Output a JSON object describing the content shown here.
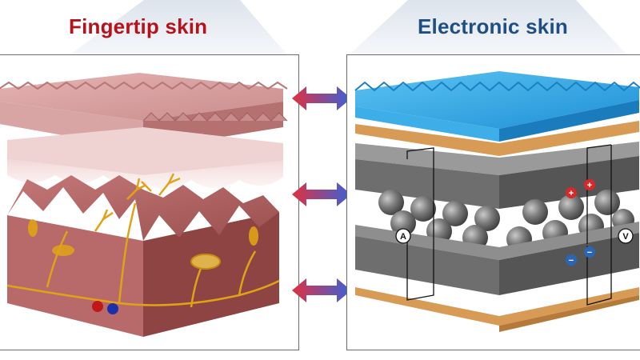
{
  "titles": {
    "left": "Fingertip skin",
    "right": "Electronic skin"
  },
  "meters": {
    "ammeter": "A",
    "voltmeter": "V"
  },
  "charges": {
    "positive": "+",
    "negative": "−"
  },
  "colors": {
    "left_title": "#b5121b",
    "right_title": "#1f4f82",
    "skin_pink": "#c98c8c",
    "skin_dark": "#a05a5a",
    "nerve_gold": "#e0a316",
    "esk_blue": "#2aa6e6",
    "esk_gold": "#d79b55",
    "esk_gray": "#6e6e6e",
    "arrow_red": "#e1303f",
    "arrow_blue": "#3a62d8",
    "positive_red": "#d42a2a",
    "negative_blue": "#2a66b5"
  },
  "icons": [
    "double-headed-arrow-icon",
    "ammeter-icon",
    "voltmeter-icon",
    "positive-charge-icon",
    "negative-charge-icon"
  ]
}
